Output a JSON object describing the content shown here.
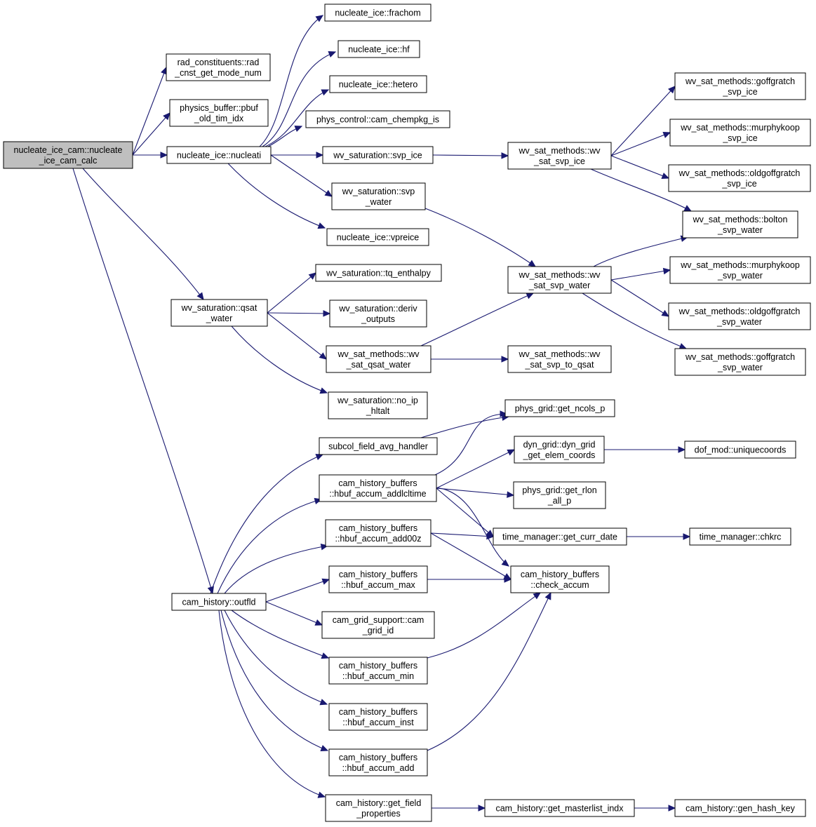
{
  "diagram": {
    "nodes": [
      {
        "id": "root",
        "lines": [
          "nucleate_ice_cam::nucleate",
          "_ice_cam_calc"
        ],
        "root": true
      },
      {
        "id": "rad_cnst",
        "lines": [
          "rad_constituents::rad",
          "_cnst_get_mode_num"
        ]
      },
      {
        "id": "pbuf_old",
        "lines": [
          "physics_buffer::pbuf",
          "_old_tim_idx"
        ]
      },
      {
        "id": "nucleati",
        "lines": [
          "nucleate_ice::nucleati"
        ]
      },
      {
        "id": "qsat_water",
        "lines": [
          "wv_saturation::qsat",
          "_water"
        ]
      },
      {
        "id": "outfld",
        "lines": [
          "cam_history::outfld"
        ]
      },
      {
        "id": "frachom",
        "lines": [
          "nucleate_ice::frachom"
        ]
      },
      {
        "id": "hf",
        "lines": [
          "nucleate_ice::hf"
        ]
      },
      {
        "id": "hetero",
        "lines": [
          "nucleate_ice::hetero"
        ]
      },
      {
        "id": "chempkg",
        "lines": [
          "phys_control::cam_chempkg_is"
        ]
      },
      {
        "id": "svp_ice",
        "lines": [
          "wv_saturation::svp_ice"
        ]
      },
      {
        "id": "svp_water",
        "lines": [
          "wv_saturation::svp",
          "_water"
        ]
      },
      {
        "id": "vpreice",
        "lines": [
          "nucleate_ice::vpreice"
        ]
      },
      {
        "id": "tq_enthalpy",
        "lines": [
          "wv_saturation::tq_enthalpy"
        ]
      },
      {
        "id": "deriv_outputs",
        "lines": [
          "wv_saturation::deriv",
          "_outputs"
        ]
      },
      {
        "id": "sat_qsat_water",
        "lines": [
          "wv_sat_methods::wv",
          "_sat_qsat_water"
        ]
      },
      {
        "id": "no_ip",
        "lines": [
          "wv_saturation::no_ip",
          "_hltalt"
        ]
      },
      {
        "id": "sat_svp_ice",
        "lines": [
          "wv_sat_methods::wv",
          "_sat_svp_ice"
        ]
      },
      {
        "id": "sat_svp_water",
        "lines": [
          "wv_sat_methods::wv",
          "_sat_svp_water"
        ]
      },
      {
        "id": "sat_svp_to_qsat",
        "lines": [
          "wv_sat_methods::wv",
          "_sat_svp_to_qsat"
        ]
      },
      {
        "id": "goff_ice",
        "lines": [
          "wv_sat_methods::goffgratch",
          "_svp_ice"
        ]
      },
      {
        "id": "murphy_ice",
        "lines": [
          "wv_sat_methods::murphykoop",
          "_svp_ice"
        ]
      },
      {
        "id": "oldgoff_ice",
        "lines": [
          "wv_sat_methods::oldgoffgratch",
          "_svp_ice"
        ]
      },
      {
        "id": "bolton",
        "lines": [
          "wv_sat_methods::bolton",
          "_svp_water"
        ]
      },
      {
        "id": "murphy_water",
        "lines": [
          "wv_sat_methods::murphykoop",
          "_svp_water"
        ]
      },
      {
        "id": "oldgoff_water",
        "lines": [
          "wv_sat_methods::oldgoffgratch",
          "_svp_water"
        ]
      },
      {
        "id": "goff_water",
        "lines": [
          "wv_sat_methods::goffgratch",
          "_svp_water"
        ]
      },
      {
        "id": "subcol",
        "lines": [
          "subcol_field_avg_handler"
        ]
      },
      {
        "id": "addlcltime",
        "lines": [
          "cam_history_buffers",
          "::hbuf_accum_addlcltime"
        ]
      },
      {
        "id": "add00z",
        "lines": [
          "cam_history_buffers",
          "::hbuf_accum_add00z"
        ]
      },
      {
        "id": "accum_max",
        "lines": [
          "cam_history_buffers",
          "::hbuf_accum_max"
        ]
      },
      {
        "id": "grid_id",
        "lines": [
          "cam_grid_support::cam",
          "_grid_id"
        ]
      },
      {
        "id": "accum_min",
        "lines": [
          "cam_history_buffers",
          "::hbuf_accum_min"
        ]
      },
      {
        "id": "accum_inst",
        "lines": [
          "cam_history_buffers",
          "::hbuf_accum_inst"
        ]
      },
      {
        "id": "accum_add",
        "lines": [
          "cam_history_buffers",
          "::hbuf_accum_add"
        ]
      },
      {
        "id": "field_props",
        "lines": [
          "cam_history::get_field",
          "_properties"
        ]
      },
      {
        "id": "ncols",
        "lines": [
          "phys_grid::get_ncols_p"
        ]
      },
      {
        "id": "elem_coords",
        "lines": [
          "dyn_grid::dyn_grid",
          "_get_elem_coords"
        ]
      },
      {
        "id": "rlon",
        "lines": [
          "phys_grid::get_rlon",
          "_all_p"
        ]
      },
      {
        "id": "curr_date",
        "lines": [
          "time_manager::get_curr_date"
        ]
      },
      {
        "id": "check_accum",
        "lines": [
          "cam_history_buffers",
          "::check_accum"
        ]
      },
      {
        "id": "masterlist",
        "lines": [
          "cam_history::get_masterlist_indx"
        ]
      },
      {
        "id": "uniquecoords",
        "lines": [
          "dof_mod::uniquecoords"
        ]
      },
      {
        "id": "chkrc",
        "lines": [
          "time_manager::chkrc"
        ]
      },
      {
        "id": "hash_key",
        "lines": [
          "cam_history::gen_hash_key"
        ]
      }
    ],
    "edges": [
      [
        "root",
        "rad_cnst"
      ],
      [
        "root",
        "pbuf_old"
      ],
      [
        "root",
        "nucleati"
      ],
      [
        "root",
        "qsat_water"
      ],
      [
        "root",
        "outfld"
      ],
      [
        "nucleati",
        "frachom"
      ],
      [
        "nucleati",
        "hf"
      ],
      [
        "nucleati",
        "hetero"
      ],
      [
        "nucleati",
        "chempkg"
      ],
      [
        "nucleati",
        "svp_ice"
      ],
      [
        "nucleati",
        "svp_water"
      ],
      [
        "nucleati",
        "vpreice"
      ],
      [
        "svp_ice",
        "sat_svp_ice"
      ],
      [
        "svp_water",
        "sat_svp_water"
      ],
      [
        "sat_svp_ice",
        "goff_ice"
      ],
      [
        "sat_svp_ice",
        "murphy_ice"
      ],
      [
        "sat_svp_ice",
        "oldgoff_ice"
      ],
      [
        "sat_svp_ice",
        "bolton"
      ],
      [
        "sat_svp_water",
        "bolton"
      ],
      [
        "sat_svp_water",
        "murphy_water"
      ],
      [
        "sat_svp_water",
        "oldgoff_water"
      ],
      [
        "sat_svp_water",
        "goff_water"
      ],
      [
        "qsat_water",
        "tq_enthalpy"
      ],
      [
        "qsat_water",
        "deriv_outputs"
      ],
      [
        "qsat_water",
        "sat_qsat_water"
      ],
      [
        "qsat_water",
        "no_ip"
      ],
      [
        "sat_qsat_water",
        "sat_svp_water"
      ],
      [
        "sat_qsat_water",
        "sat_svp_to_qsat"
      ],
      [
        "outfld",
        "subcol"
      ],
      [
        "outfld",
        "addlcltime"
      ],
      [
        "outfld",
        "add00z"
      ],
      [
        "outfld",
        "accum_max"
      ],
      [
        "outfld",
        "grid_id"
      ],
      [
        "outfld",
        "accum_min"
      ],
      [
        "outfld",
        "accum_inst"
      ],
      [
        "outfld",
        "accum_add"
      ],
      [
        "outfld",
        "field_props"
      ],
      [
        "subcol",
        "ncols"
      ],
      [
        "addlcltime",
        "ncols"
      ],
      [
        "addlcltime",
        "elem_coords"
      ],
      [
        "addlcltime",
        "rlon"
      ],
      [
        "addlcltime",
        "curr_date"
      ],
      [
        "addlcltime",
        "check_accum"
      ],
      [
        "add00z",
        "curr_date"
      ],
      [
        "add00z",
        "check_accum"
      ],
      [
        "accum_max",
        "check_accum"
      ],
      [
        "accum_min",
        "check_accum"
      ],
      [
        "accum_add",
        "check_accum"
      ],
      [
        "elem_coords",
        "uniquecoords"
      ],
      [
        "curr_date",
        "chkrc"
      ],
      [
        "field_props",
        "masterlist"
      ],
      [
        "masterlist",
        "hash_key"
      ]
    ]
  }
}
